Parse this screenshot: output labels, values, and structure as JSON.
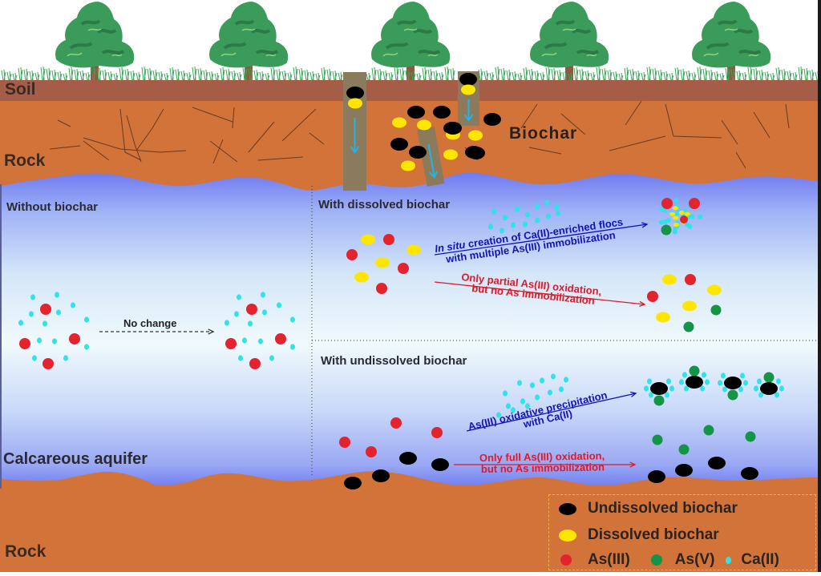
{
  "labels": {
    "soil": "Soil",
    "rock_top": "Rock",
    "biochar": "Biochar",
    "without_biochar": "Without biochar",
    "with_dissolved": "With dissolved biochar",
    "with_undissolved": "With undissolved biochar",
    "calcareous_aquifer": "Calcareous aquifer",
    "rock_bottom": "Rock",
    "no_change": "No change"
  },
  "arrows": {
    "dissolved_top": {
      "line1_italic": "In situ",
      "line1_rest": " creation of Ca(II)-enriched flocs",
      "line2": "with multiple As(III) immobilization"
    },
    "dissolved_bottom": {
      "line1": "Only partial As(III) oxidation,",
      "line2": "but no As immobilization"
    },
    "undissolved_top": {
      "line1": "As(III) oxidative precipitation",
      "line2": "with Ca(II)"
    },
    "undissolved_bottom": {
      "line1": "Only full As(III) oxidation,",
      "line2": "but no As immobilization"
    }
  },
  "legend": {
    "items": [
      {
        "key": "undissolved",
        "label": "Undissolved biochar",
        "color": "#000000"
      },
      {
        "key": "dissolved",
        "label": "Dissolved biochar",
        "color": "#ffe600"
      },
      {
        "key": "as3",
        "label": "As(III)",
        "color": "#e3232e"
      },
      {
        "key": "as5",
        "label": "As(V)",
        "color": "#149447"
      },
      {
        "key": "ca2",
        "label": "Ca(II)",
        "color": "#2ee3ea"
      }
    ]
  },
  "colors": {
    "soil": "#a65d48",
    "rock": "#d2733a",
    "water_top": "#6b76f2",
    "water_mid": "#c9daf8",
    "water_light": "#eef8fd",
    "tree_dark": "#2c7a45",
    "tree_light": "#3a9b5a",
    "grass": "#3aa556",
    "trunk": "#8b5a40",
    "column": "#8c7a5c",
    "arrow_cyan": "#22b5e3",
    "blue_text": "#1414b4",
    "red_text": "#e01828",
    "crack": "#6b3a1e"
  }
}
